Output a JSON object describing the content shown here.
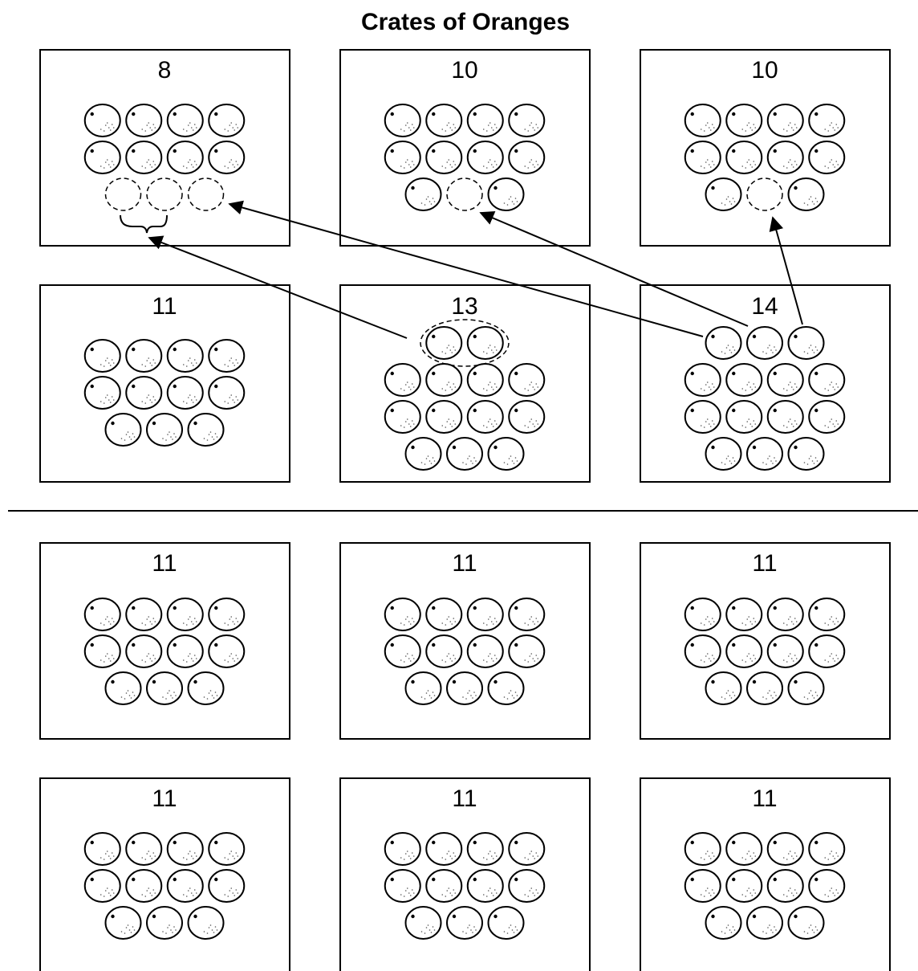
{
  "title": "Crates of Oranges",
  "colors": {
    "ink": "#000000",
    "background": "#ffffff"
  },
  "before": {
    "crates": [
      {
        "label": "8",
        "oranges": 8,
        "empty_slots": 3,
        "bracket_under_empty": 2
      },
      {
        "label": "10",
        "oranges": 10,
        "empty_slots": 1
      },
      {
        "label": "10",
        "oranges": 10,
        "empty_slots": 1
      },
      {
        "label": "11",
        "oranges": 11,
        "empty_slots": 0
      },
      {
        "label": "13",
        "oranges": 13,
        "empty_slots": 0,
        "circled_group": 2
      },
      {
        "label": "14",
        "oranges": 14,
        "empty_slots": 0
      }
    ],
    "moves": [
      {
        "from": "13",
        "to": "8",
        "amount": 2
      },
      {
        "from": "14",
        "to": "8",
        "amount": 1
      },
      {
        "from": "14",
        "to": "10",
        "amount": 1
      },
      {
        "from": "14",
        "to": "10",
        "amount": 1
      }
    ]
  },
  "after": {
    "crates": [
      {
        "label": "11",
        "oranges": 11
      },
      {
        "label": "11",
        "oranges": 11
      },
      {
        "label": "11",
        "oranges": 11
      },
      {
        "label": "11",
        "oranges": 11
      },
      {
        "label": "11",
        "oranges": 11
      },
      {
        "label": "11",
        "oranges": 11
      }
    ]
  }
}
